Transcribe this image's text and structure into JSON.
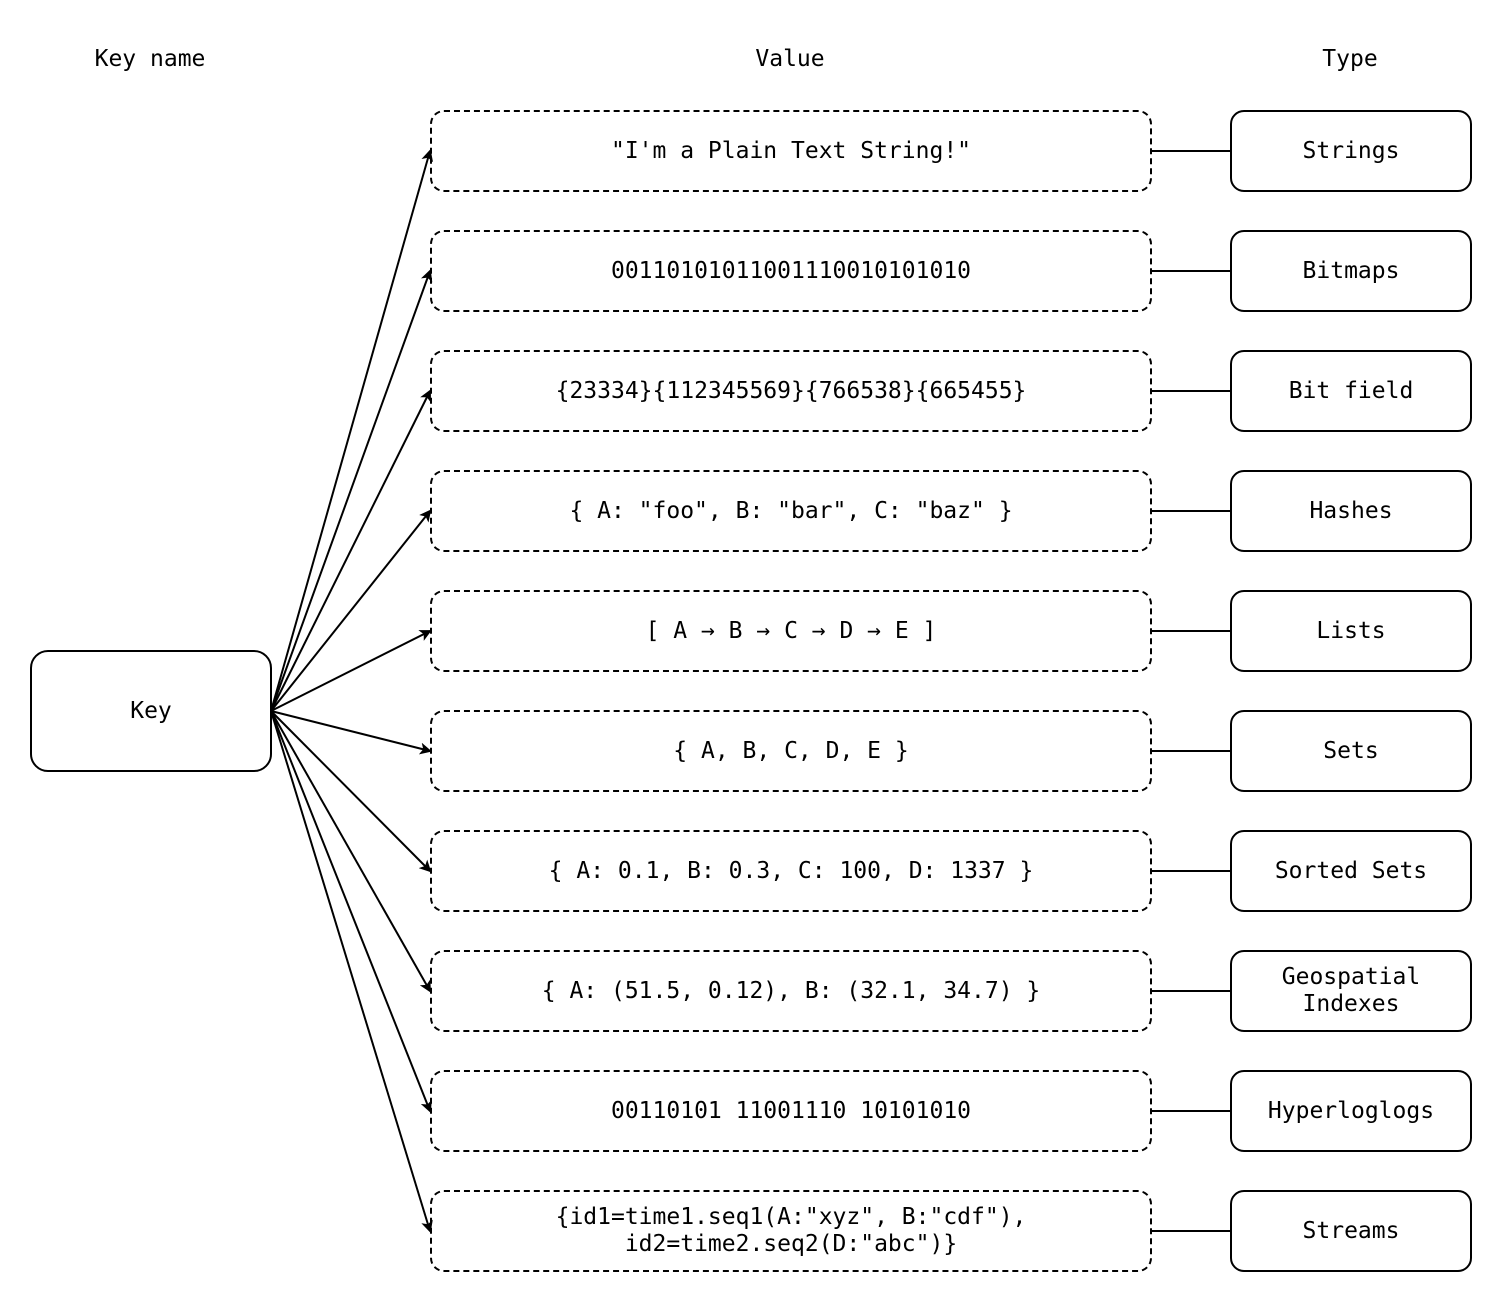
{
  "headers": {
    "key_name": "Key name",
    "value": "Value",
    "type": "Type"
  },
  "key": {
    "label": "Key"
  },
  "rows": [
    {
      "value": "\"I'm a Plain Text String!\"",
      "type": "Strings"
    },
    {
      "value": "00110101011001110010101010",
      "type": "Bitmaps"
    },
    {
      "value": "{23334}{112345569}{766538}{665455}",
      "type": "Bit field"
    },
    {
      "value": "{ A: \"foo\", B: \"bar\", C: \"baz\" }",
      "type": "Hashes"
    },
    {
      "value": "[ A → B → C → D → E ]",
      "type": "Lists"
    },
    {
      "value": "{ A, B, C, D, E }",
      "type": "Sets"
    },
    {
      "value": "{ A: 0.1, B: 0.3, C: 100, D: 1337 }",
      "type": "Sorted Sets"
    },
    {
      "value": "{ A: (51.5, 0.12), B: (32.1, 34.7) }",
      "type": "Geospatial\nIndexes"
    },
    {
      "value": "00110101 11001110 10101010",
      "type": "Hyperloglogs"
    },
    {
      "value": "{id1=time1.seq1(A:\"xyz\", B:\"cdf\"),\nid2=time2.seq2(D:\"abc\")}",
      "type": "Streams"
    }
  ],
  "colors": {
    "stroke": "#000000",
    "background": "#ffffff"
  }
}
